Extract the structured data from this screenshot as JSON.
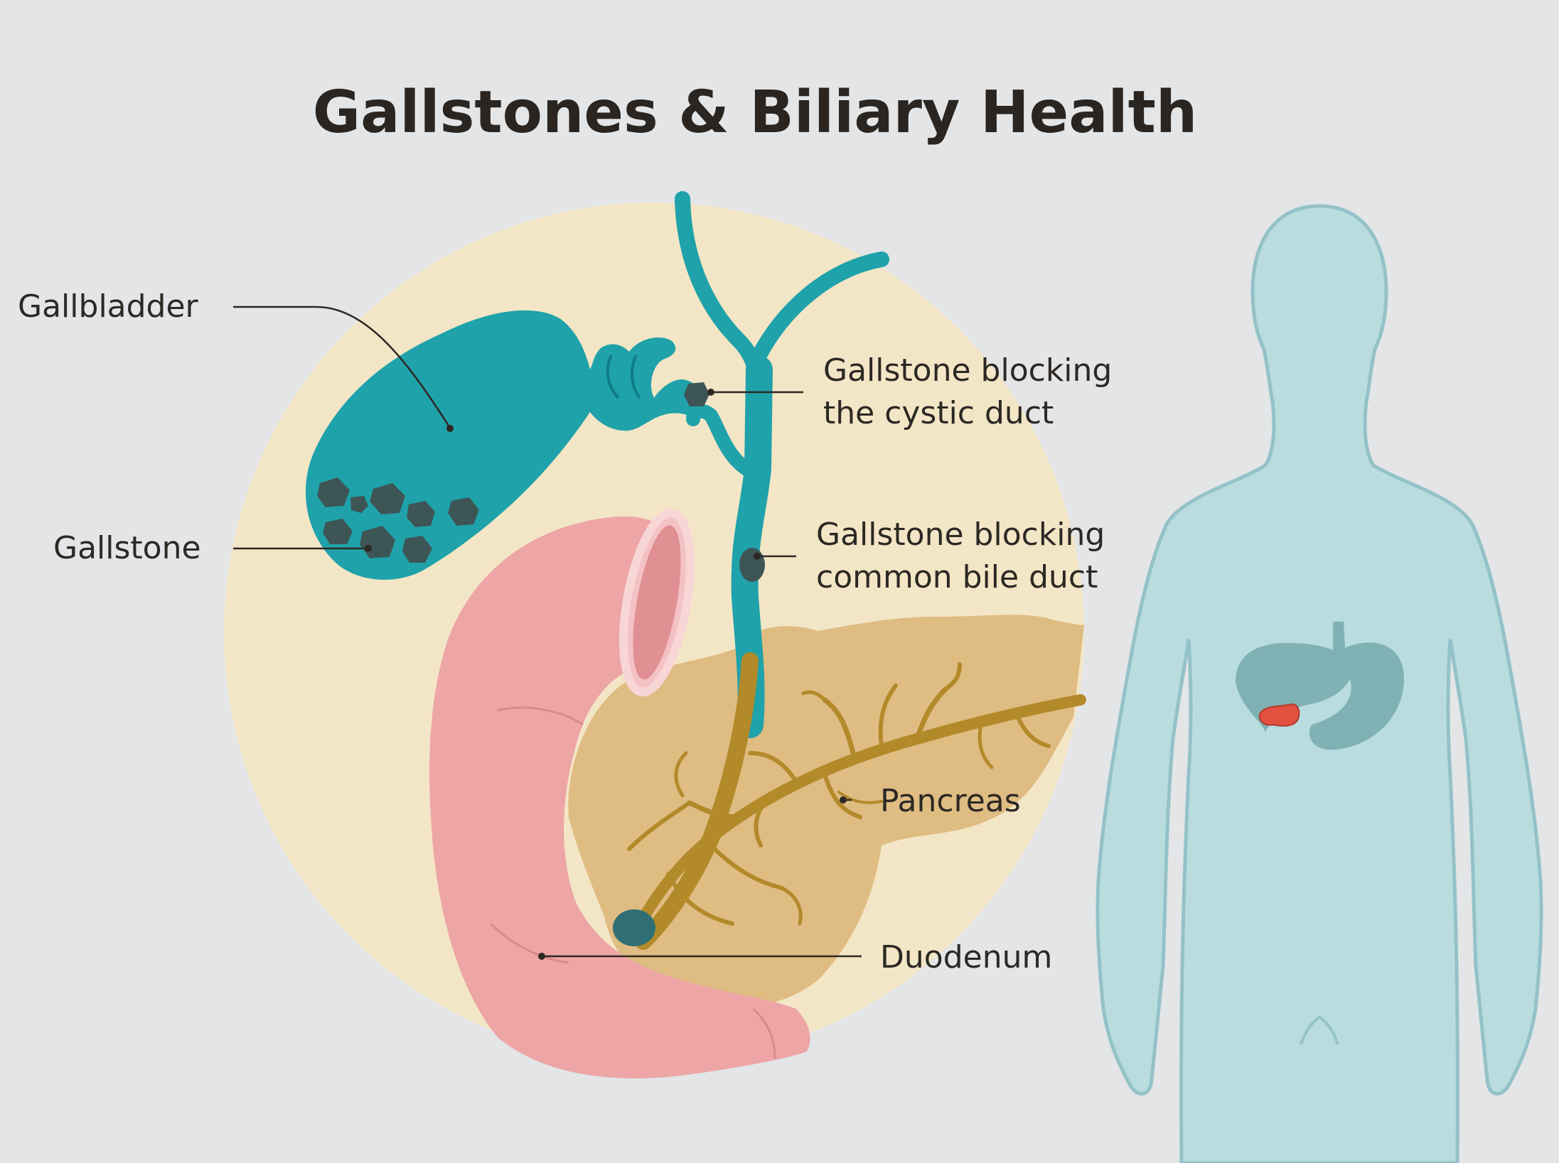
{
  "title": "Gallstones & Biliary Health",
  "labels": {
    "gallbladder": "Gallbladder",
    "gallstone": "Gallstone",
    "cystic_line1": "Gallstone blocking",
    "cystic_line2": "the cystic duct",
    "cbd_line1": "Gallstone blocking",
    "cbd_line2": "common bile duct",
    "pancreas": "Pancreas",
    "duodenum": "Duodenum"
  },
  "colors": {
    "background": "#e3e5e7",
    "circle": "#f3e6c6",
    "bile_duct": "#1fa2aa",
    "stone": "#3e5556",
    "duodenum": "#eda5a6",
    "pancreas": "#dfbc82",
    "pancreatic_duct": "#b28a2a",
    "body": "#b9dcdf",
    "body_outline": "#93c2c8",
    "organs": "#7fb1b5",
    "highlight_organ": "#e2503f"
  }
}
